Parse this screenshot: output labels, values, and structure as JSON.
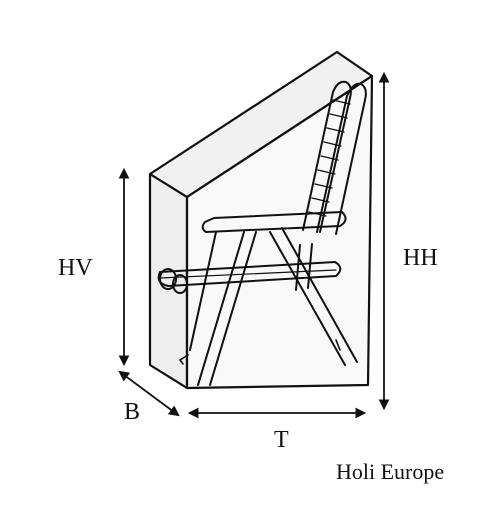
{
  "labels": {
    "hv": "HV",
    "hh": "HH",
    "b": "B",
    "t": "T",
    "brand": "Holi Europe"
  }
}
